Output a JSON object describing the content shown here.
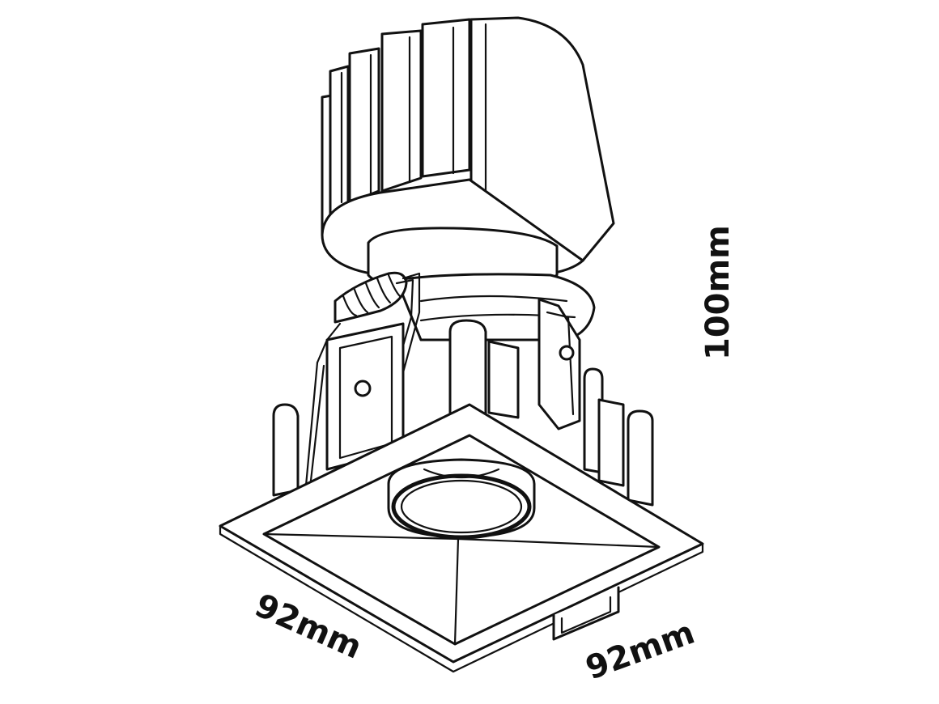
{
  "dimensions": {
    "height_label": "100mm",
    "left_width_label": "92mm",
    "right_width_label": "92mm"
  },
  "colors": {
    "line": "#111111",
    "background": "#ffffff"
  }
}
